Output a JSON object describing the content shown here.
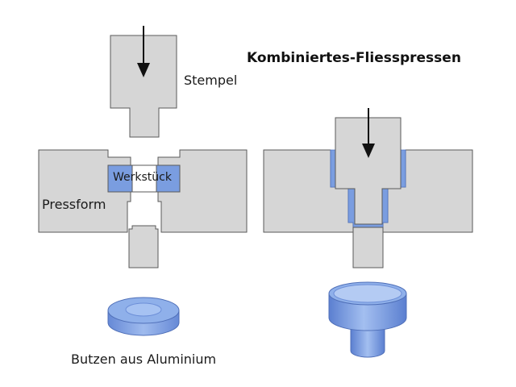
{
  "title": "Kombiniertes-Fliesspressen",
  "labels": {
    "stempel": "Stempel",
    "pressform": "Pressform",
    "werkstueck": "Werkstück",
    "butzen": "Butzen aus Aluminium"
  },
  "colors": {
    "tool_fill": "#d6d6d6",
    "tool_stroke": "#5a5a5a",
    "workpiece": "#7a9de0",
    "workpiece_light": "#a9c3f0",
    "workpiece_dark": "#4f74c4"
  }
}
